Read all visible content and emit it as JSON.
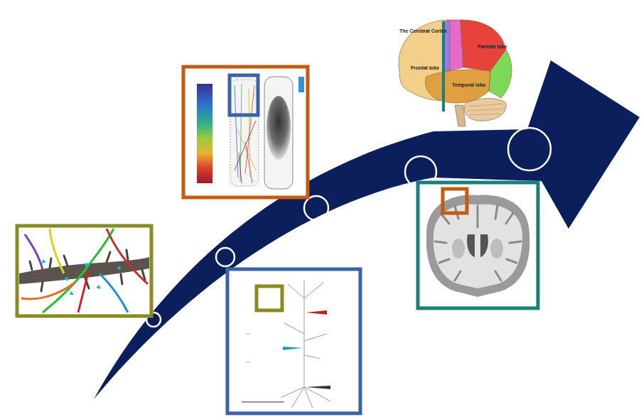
{
  "diagram": {
    "labels": [
      "The Cerebral Cortex",
      "Frontal lobe",
      "Parietal lobe",
      "Temporal lobe"
    ]
  }
}
